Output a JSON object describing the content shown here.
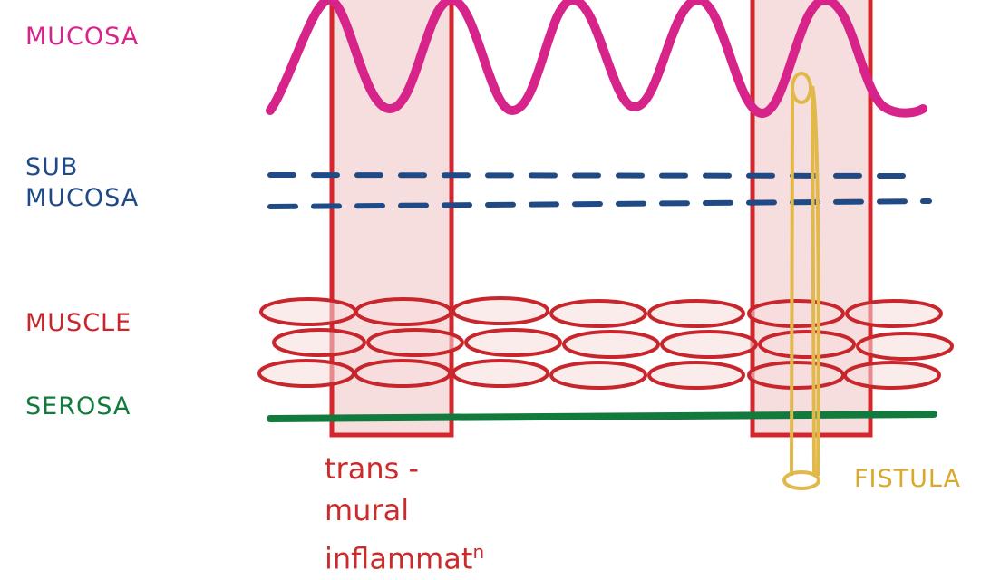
{
  "labels": {
    "mucosa": "MUCOSA",
    "submucosa_1": "SUB",
    "submucosa_2": "MUCOSA",
    "muscle": "MUSCLE",
    "serosa": "SEROSA"
  },
  "annotations": {
    "transmural_1": "trans -",
    "transmural_2": "mural",
    "transmural_3": "inflammat",
    "transmural_sup": "n",
    "fistula": "FISTULA"
  },
  "colors": {
    "mucosa": "#d6248a",
    "submucosa": "#1f4a86",
    "muscle": "#c8262d",
    "serosa": "#127a3c",
    "inflammation_fill": "#f6dede",
    "fistula": "#e1b84a"
  }
}
